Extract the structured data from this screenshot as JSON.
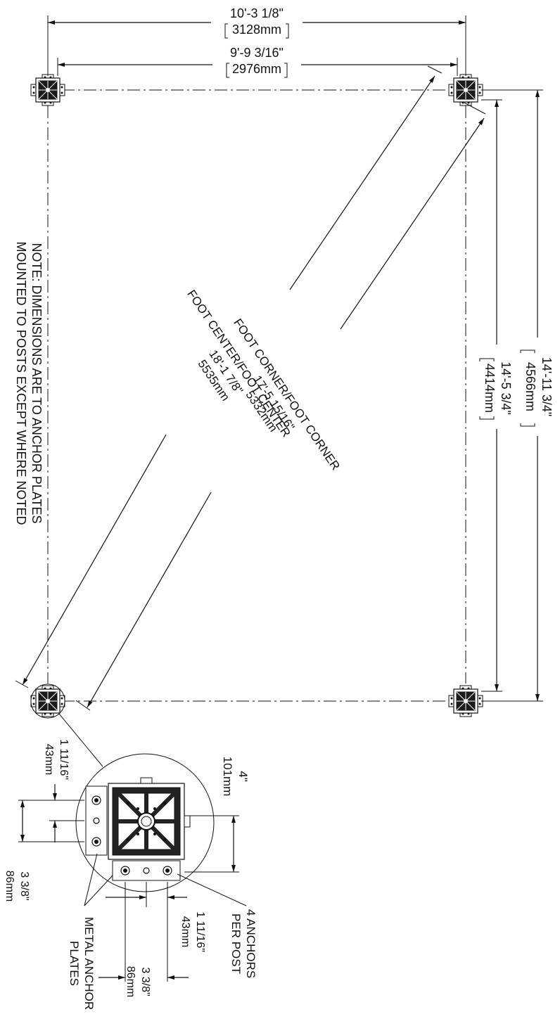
{
  "dimensions": {
    "overall_width": {
      "imperial": "10'-3 1/8\"",
      "metric": "3128mm"
    },
    "inner_width": {
      "imperial": "9'-9 3/16\"",
      "metric": "2976mm"
    },
    "overall_length": {
      "imperial": "14'-11 3/4\"",
      "metric": "4566mm"
    },
    "inner_length": {
      "imperial": "14'-5 3/4\"",
      "metric": "4414mm"
    },
    "diag_center": {
      "label": "FOOT CENTER/FOOT CENTER",
      "imperial": "18'-1 7/8\"",
      "metric": "5535mm"
    },
    "diag_corner": {
      "label": "FOOT CORNER/FOOT CORNER",
      "imperial": "17'-5 15/16\"",
      "metric": "5332mm"
    }
  },
  "note": {
    "line1": "NOTE: DIMENSIONS ARE TO ANCHOR PLATES",
    "line2": "MOUNTED TO POSTS EXCEPT WHERE NOTED"
  },
  "detail": {
    "post_size": {
      "imperial": "4\"",
      "metric": "101mm"
    },
    "anchor_spacing_left": {
      "imperial": "1 11/16\"",
      "metric": "43mm"
    },
    "plate_width_left": {
      "imperial": "3 3/8\"",
      "metric": "86mm"
    },
    "anchor_spacing_bottom": {
      "imperial": "1 11/16\"",
      "metric": "43mm"
    },
    "plate_width_bottom": {
      "imperial": "3 3/8\"",
      "metric": "86mm"
    },
    "callout_plates": {
      "line1": "METAL ANCHOR",
      "line2": "PLATES"
    },
    "callout_anchors": {
      "line1": "4 ANCHORS",
      "line2": "PER POST"
    }
  }
}
